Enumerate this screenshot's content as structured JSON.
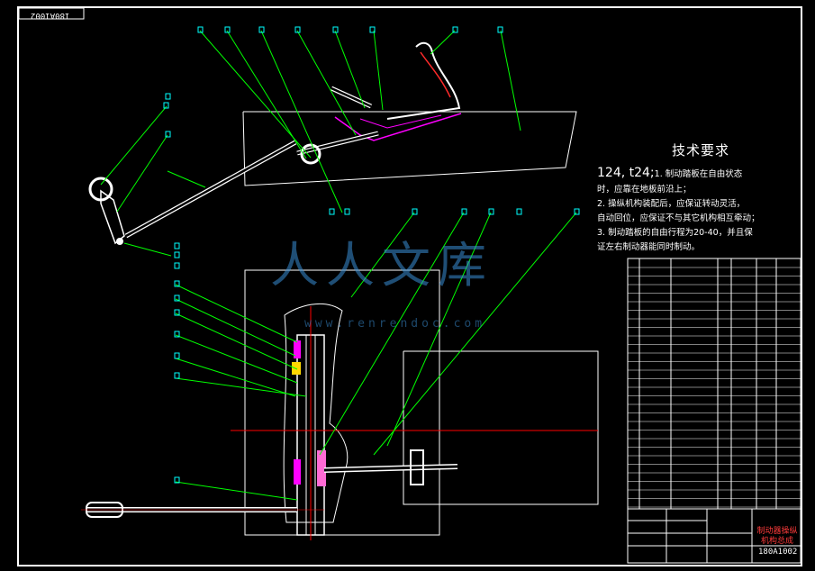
{
  "drawing": {
    "number_mirrored": "180A1002",
    "tech_requirements": {
      "title": "技术要求",
      "line1_prefix": "124, t24;",
      "line1_rest": "1.    制动踏板在自由状态",
      "line2": "时，应靠在地板前沿上；",
      "line3": "2.    操纵机构装配后，应保证转动灵活，",
      "line4": "自动回位，应保证不与其它机构相互牵动；",
      "line5": "3.    制动踏板的自由行程为20-40，并且保",
      "line6": "证左右制动器能同时制动。"
    },
    "title_block": {
      "name": "制动器操纵机构总成",
      "code": "180A1002"
    },
    "watermark": {
      "text": "人人文库",
      "url": "www.renrendoc.com"
    }
  },
  "colors": {
    "background": "#000000",
    "line_white": "#ffffff",
    "leader_green": "#00ff00",
    "center_red": "#ff0000",
    "magenta": "#ff00ff",
    "label_cyan": "#00ffff",
    "yellow": "#ffff00"
  }
}
